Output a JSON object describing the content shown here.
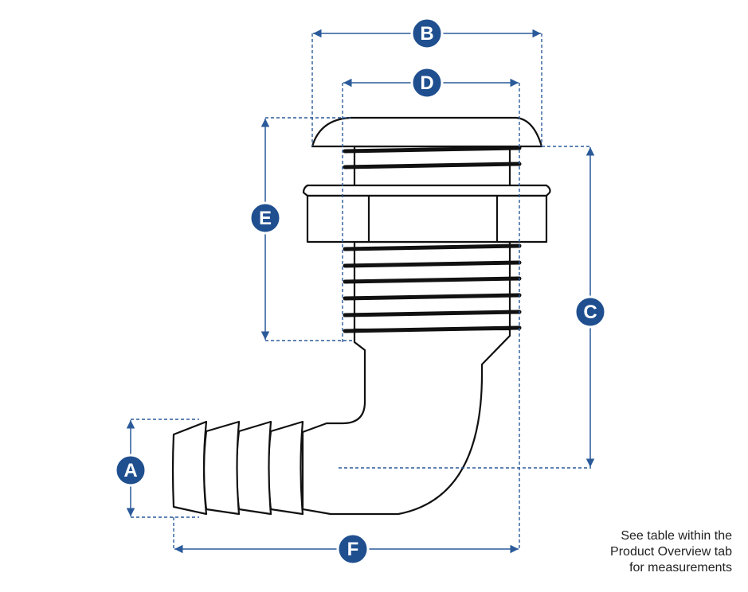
{
  "labels": {
    "a": "A",
    "b": "B",
    "c": "C",
    "d": "D",
    "e": "E",
    "f": "F"
  },
  "note": {
    "line1": "See table within the",
    "line2": "Product Overview tab",
    "line3": "for measurements"
  },
  "colors": {
    "dimension": "#2a5a9a",
    "badge": "#1f4f8f",
    "outline": "#111111"
  }
}
